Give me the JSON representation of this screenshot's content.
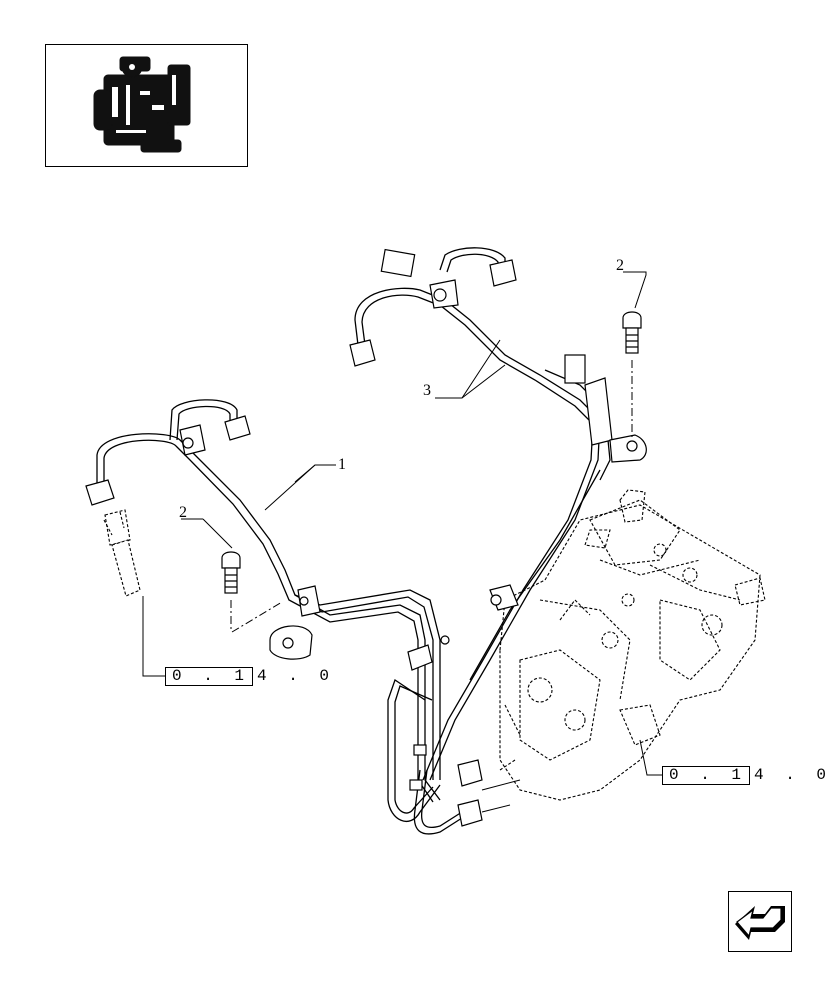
{
  "thumbnail": {
    "icon": "engine-thumbnail-icon"
  },
  "callouts": [
    {
      "id": "1",
      "label": "1"
    },
    {
      "id": "2a",
      "label": "2"
    },
    {
      "id": "2b",
      "label": "2"
    },
    {
      "id": "3",
      "label": "3"
    }
  ],
  "references": [
    {
      "boxed": "0 . 1",
      "rest": "4 . 0"
    },
    {
      "boxed": "0 . 1",
      "rest": "4 . 0"
    }
  ],
  "navigation": {
    "icon": "back-arrow-icon"
  }
}
